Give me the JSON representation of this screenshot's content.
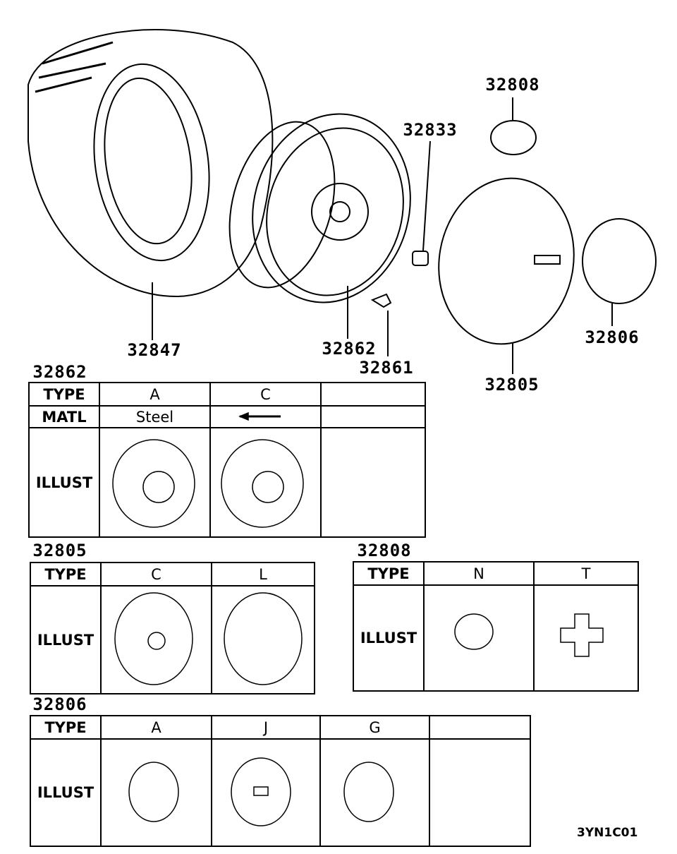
{
  "callouts": {
    "p32808": "32808",
    "p32833": "32833",
    "p32847": "32847",
    "p32862": "32862",
    "p32861": "32861",
    "p32806": "32806",
    "p32805": "32805"
  },
  "tables": [
    {
      "title": "32862",
      "rows": [
        [
          "TYPE",
          "A",
          "C",
          ""
        ],
        [
          "MATL",
          "Steel",
          "",
          ""
        ],
        [
          "ILLUST",
          "",
          "",
          ""
        ]
      ],
      "arrow_note": "same-as-left-arrow"
    },
    {
      "title": "32805",
      "rows": [
        [
          "TYPE",
          "C",
          "L"
        ],
        [
          "ILLUST",
          "",
          ""
        ]
      ]
    },
    {
      "title": "32808",
      "rows": [
        [
          "TYPE",
          "N",
          "T"
        ],
        [
          "ILLUST",
          "",
          ""
        ]
      ]
    },
    {
      "title": "32806",
      "rows": [
        [
          "TYPE",
          "A",
          "J",
          "G",
          ""
        ],
        [
          "ILLUST",
          "",
          "",
          "",
          ""
        ]
      ]
    }
  ],
  "diagram_code": "3YN1C01"
}
